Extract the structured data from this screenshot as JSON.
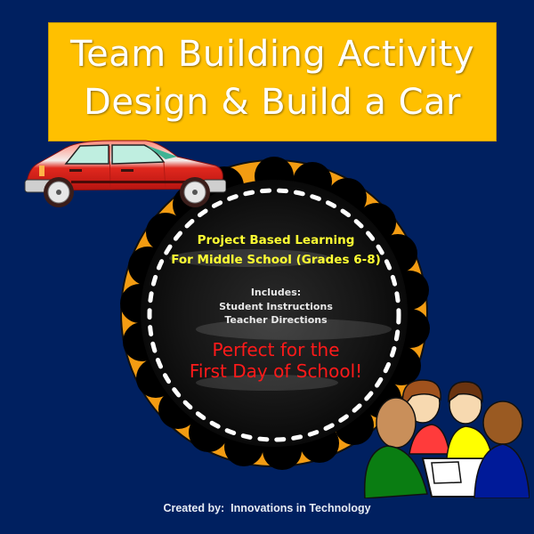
{
  "banner": {
    "line1": "Team Building Activity",
    "line2": "Design & Build a Car",
    "background_color": "#FFC000",
    "text_color": "#FFFFFF"
  },
  "page": {
    "background_color": "#002060"
  },
  "chalkboard": {
    "subtitle_line1": "Project Based Learning",
    "subtitle_line2": "For Middle School (Grades 6-8)",
    "includes_label": "Includes:",
    "includes_items": [
      "Student Instructions",
      "Teacher Directions"
    ],
    "tagline_line1": "Perfect for the",
    "tagline_line2": "First Day of School!",
    "subtitle_color": "#FFFF33",
    "tagline_color": "#FF1A1A",
    "ring_color": "#F39C12"
  },
  "illustrations": {
    "car": "red-hatchback-car",
    "people": "four-students-at-table"
  },
  "footer": {
    "credit": "Created by:  Innovations in Technology"
  }
}
